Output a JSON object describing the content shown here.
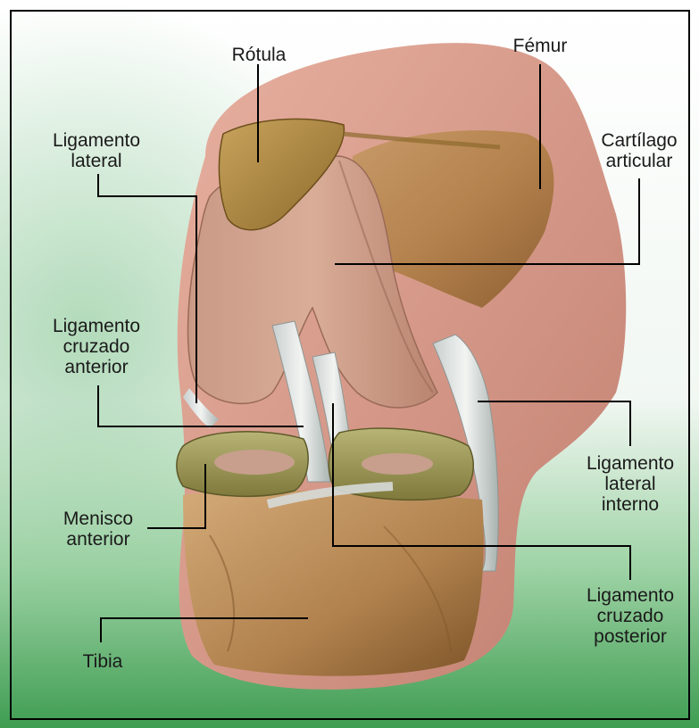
{
  "labels": {
    "rotula": [
      "Rótula"
    ],
    "femur": [
      "Fémur"
    ],
    "ligamento_lateral": [
      "Ligamento",
      "lateral"
    ],
    "cartilago_articular": [
      "Cartílago",
      "articular"
    ],
    "ligamento_cruzado_anterior": [
      "Ligamento",
      "cruzado",
      "anterior"
    ],
    "ligamento_lateral_interno": [
      "Ligamento",
      "lateral",
      "interno"
    ],
    "menisco_anterior": [
      "Menisco",
      "anterior"
    ],
    "ligamento_cruzado_posterior": [
      "Ligamento",
      "cruzado",
      "posterior"
    ],
    "tibia": [
      "Tibia"
    ]
  }
}
